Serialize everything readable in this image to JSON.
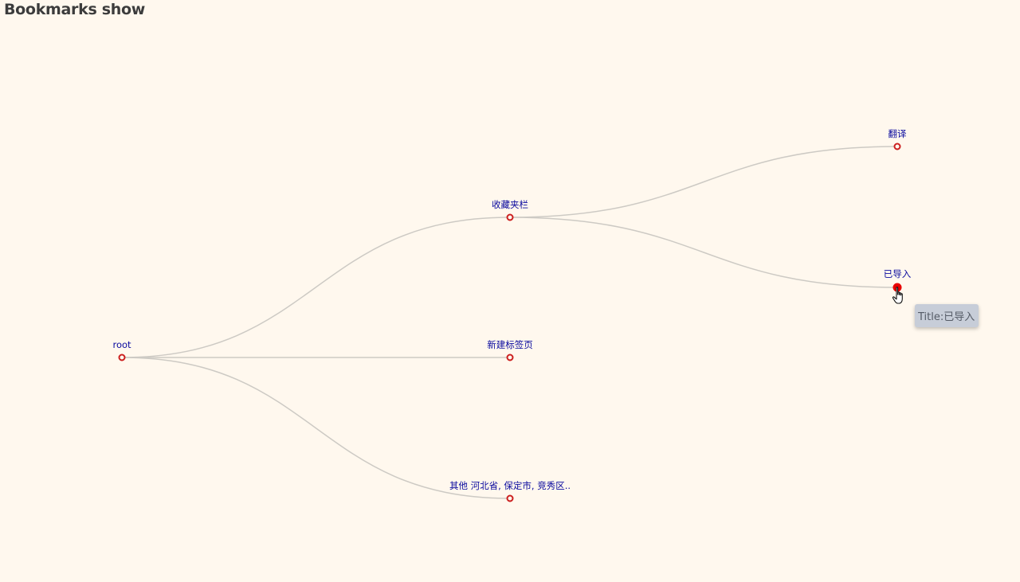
{
  "page": {
    "title": "Bookmarks show"
  },
  "tree": {
    "root": {
      "label": "root"
    },
    "children": [
      {
        "label": "收藏夹栏",
        "children": [
          {
            "label": "翻译"
          },
          {
            "label": "已导入",
            "active": true
          }
        ]
      },
      {
        "label": "新建标签页"
      },
      {
        "label": "其他 河北省, 保定市, 竞秀区.."
      }
    ]
  },
  "tooltip": {
    "text": "Title:已导入"
  },
  "colors": {
    "background": "#fff8ee",
    "link": "#cdcac4",
    "node_stroke": "#cc1f1f",
    "node_active": "#e80000",
    "label": "#0a0a9e",
    "tooltip_bg": "#c7cdd8"
  },
  "icons": {
    "cursor": "hand-pointer-icon"
  }
}
